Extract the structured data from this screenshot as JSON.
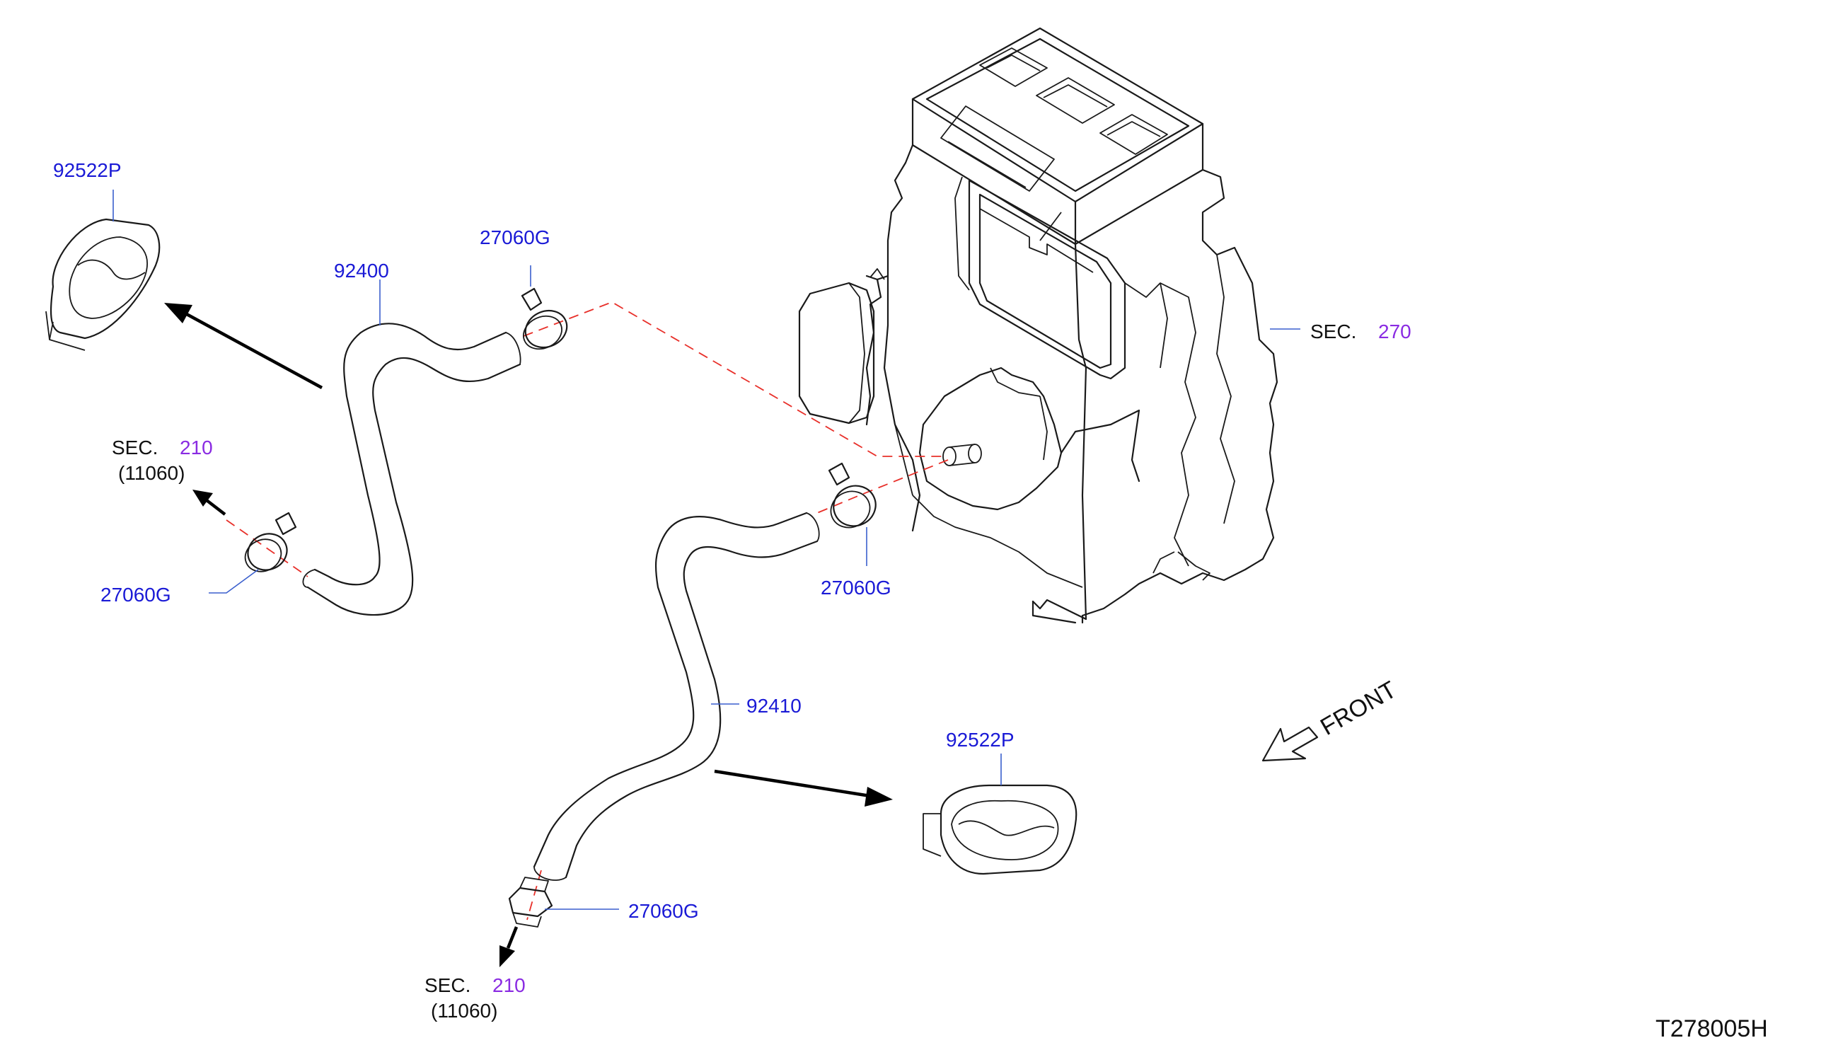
{
  "labels": {
    "grommet_top": "92522P",
    "hose_upper": "92400",
    "clamp_upper_right": "27060G",
    "clamp_upper_left": "27060G",
    "clamp_mid": "27060G",
    "hose_lower": "92410",
    "grommet_bottom": "92522P",
    "clamp_lower": "27060G"
  },
  "sections": {
    "heater_unit": {
      "prefix": "SEC.",
      "number": "270"
    },
    "engine_upper": {
      "prefix": "SEC.",
      "number": "210",
      "sub": "(11060)"
    },
    "engine_lower": {
      "prefix": "SEC.",
      "number": "210",
      "sub": "(11060)"
    }
  },
  "front_label": "FRONT",
  "diagram_code": "T278005H",
  "colors": {
    "part_number": "#1a1ad6",
    "section_number": "#8a2be2",
    "leader": "#3a5fcd",
    "centerline": "#e8302a"
  }
}
